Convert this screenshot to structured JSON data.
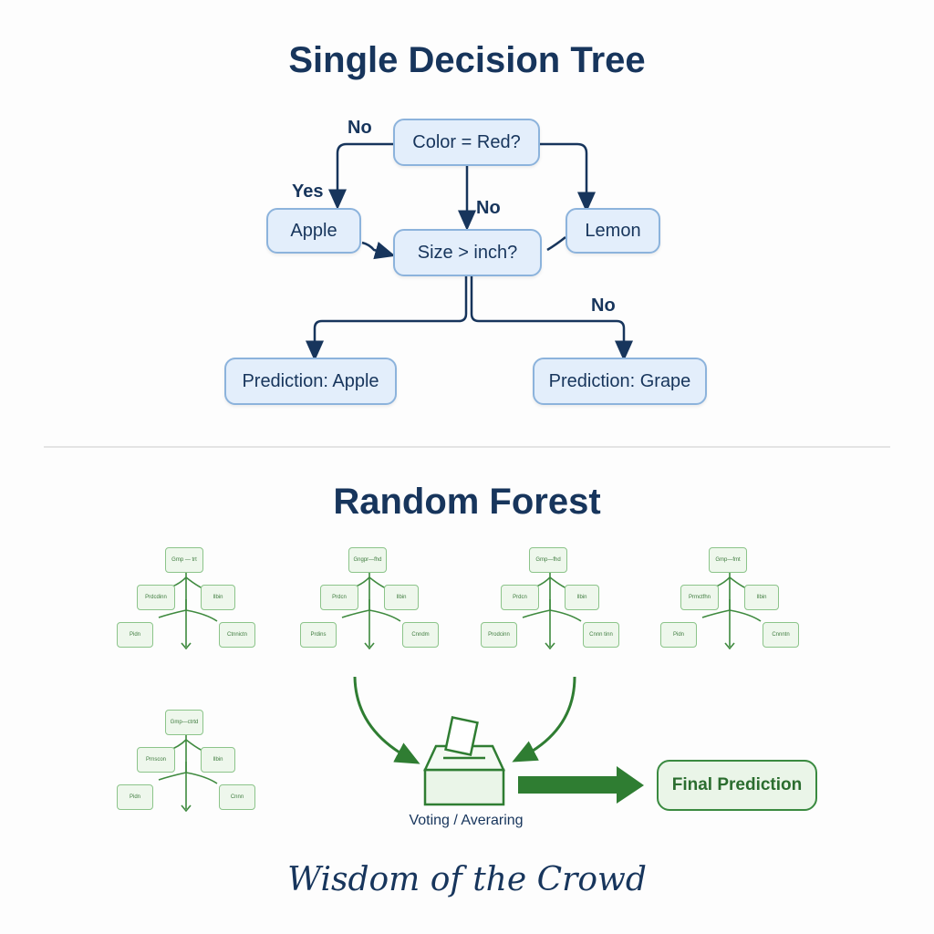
{
  "decision_tree": {
    "title": "Single Decision Tree",
    "nodes": {
      "root": "Color = Red?",
      "apple": "Apple",
      "lemon": "Lemon",
      "size": "Size > inch?",
      "pred_apple": "Prediction: Apple",
      "pred_grape": "Prediction: Grape"
    },
    "edge_labels": {
      "root_to_apple": "No",
      "apple_yes": "Yes",
      "root_to_size": "No",
      "size_to_grape": "No"
    }
  },
  "random_forest": {
    "title": "Random Forest",
    "trees": [
      {
        "root": "Gmp — trt",
        "left": "Prdcdinn",
        "right": "Ilbin",
        "left_leaf": "Pidn",
        "right_leaf": "Ctnnictn"
      },
      {
        "root": "Gngpr—fhd",
        "left": "Prdcn",
        "right": "Ilbin",
        "left_leaf": "Prdins",
        "right_leaf": "Cnndm"
      },
      {
        "root": "Gmp—fhd",
        "left": "Prdcn",
        "right": "Ilbin",
        "left_leaf": "Prodcinn",
        "right_leaf": "Cnnn tinn"
      },
      {
        "root": "Gmp—fmt",
        "left": "Prmctfhn",
        "right": "Ilbin",
        "left_leaf": "Pidn",
        "right_leaf": "Cnnntn"
      },
      {
        "root": "Gmp—ctrtd",
        "left": "Prnscon",
        "right": "Ilbin",
        "left_leaf": "Pidn",
        "right_leaf": "Cnnn"
      }
    ],
    "voting_label": "Voting / Averaring",
    "final_label": "Final Prediction"
  },
  "tagline": "Wisdom of the Crowd",
  "colors": {
    "navy": "#17355c",
    "node_fill": "#e3eefb",
    "node_border": "#8cb3dc",
    "forest_green": "#2f7d32",
    "forest_light": "#eef7ec"
  }
}
